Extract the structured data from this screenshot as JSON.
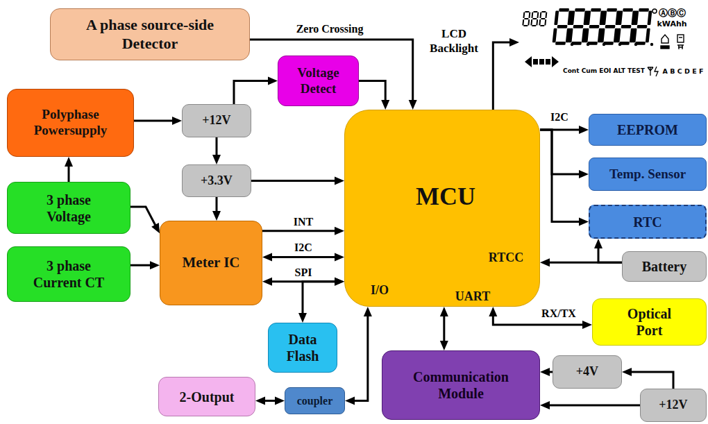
{
  "diagram": {
    "nodes": [
      {
        "text": [
          "A phase source-side Detector"
        ]
      },
      {
        "text": [
          "ⒶⒷⒸ",
          "kWAhh",
          "Cont Cum EOI ALT TEST",
          "A B C D E F"
        ]
      },
      {
        "text": [
          "Voltage Detect"
        ]
      },
      {
        "text": [
          "Polyphase Powersupply"
        ]
      },
      {
        "text": [
          "+12V"
        ]
      },
      {
        "text": [
          "MCU",
          "RTCC",
          "UART",
          "I/O"
        ]
      },
      {
        "text": [
          "EEPROM"
        ]
      },
      {
        "text": [
          "Temp. Sensor"
        ]
      },
      {
        "text": [
          "+3.3V"
        ]
      },
      {
        "text": [
          "3 phase Voltage"
        ]
      },
      {
        "text": [
          "RTC"
        ]
      },
      {
        "text": [
          "Meter IC"
        ]
      },
      {
        "text": [
          "3 phase Current CT"
        ]
      },
      {
        "text": [
          "Battery"
        ]
      },
      {
        "text": [
          "Optical Port"
        ]
      },
      {
        "text": [
          "Data Flash"
        ]
      },
      {
        "text": [
          "Communication Module"
        ]
      },
      {
        "text": [
          "+4V"
        ]
      },
      {
        "text": [
          "2-Output"
        ]
      },
      {
        "text": [
          "coupler"
        ]
      },
      {
        "text": [
          "+12V"
        ]
      }
    ],
    "edges": [
      {
        "from": 0,
        "to": 5,
        "arrow": "to",
        "label": "Zero Crossing"
      },
      {
        "from": 3,
        "to": 4,
        "arrow": "to"
      },
      {
        "from": 4,
        "to": 2,
        "arrow": "to"
      },
      {
        "from": 2,
        "to": 5,
        "arrow": "to"
      },
      {
        "from": 4,
        "to": 8,
        "arrow": "to"
      },
      {
        "from": 8,
        "to": 5,
        "arrow": "to"
      },
      {
        "from": 8,
        "to": 11,
        "arrow": "to"
      },
      {
        "from": 9,
        "to": 3,
        "arrow": "to"
      },
      {
        "from": 9,
        "to": 11,
        "arrow": "to"
      },
      {
        "from": 12,
        "to": 11,
        "arrow": "to"
      },
      {
        "from": 11,
        "to": 5,
        "arrow": "to",
        "label": "INT"
      },
      {
        "from": 11,
        "to": 5,
        "arrow": "both",
        "label": "I2C"
      },
      {
        "from": 11,
        "to": 5,
        "arrow": "both",
        "label": "SPI"
      },
      {
        "from": 15,
        "to": 5,
        "arrow": "both"
      },
      {
        "from": 5,
        "to": 1,
        "arrow": "to",
        "label": "LCD Backlight"
      },
      {
        "from": 5,
        "to": 6,
        "arrow": "to",
        "label": "I2C"
      },
      {
        "from": 5,
        "to": 7,
        "arrow": "to"
      },
      {
        "from": 5,
        "to": 10,
        "arrow": "to"
      },
      {
        "from": 13,
        "to": 5,
        "arrow": "to"
      },
      {
        "from": 13,
        "to": 10,
        "arrow": "to"
      },
      {
        "from": 5,
        "to": 14,
        "arrow": "both",
        "label": "RX/TX"
      },
      {
        "from": 5,
        "to": 16,
        "arrow": "both"
      },
      {
        "from": 5,
        "to": 19,
        "arrow": "both"
      },
      {
        "from": 19,
        "to": 18,
        "arrow": "both"
      },
      {
        "from": 17,
        "to": 16,
        "arrow": "to"
      },
      {
        "from": 20,
        "to": 17,
        "arrow": "to"
      },
      {
        "from": 20,
        "to": 16,
        "arrow": "to"
      }
    ]
  }
}
